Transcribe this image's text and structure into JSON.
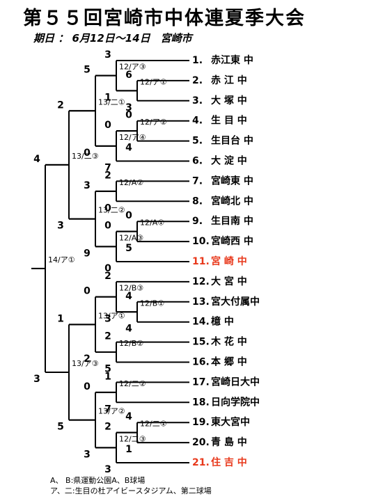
{
  "title": "第５５回宮崎市中体連夏季大会",
  "subtitle": "期日 ： 6月12日～14日　宮崎市",
  "footnotes": [
    "A、 B:県運動公園A、B球場",
    "ア、二:生目の杜アイビースタジアム、第二球場"
  ],
  "colors": {
    "line": "#000000",
    "highlight": "#e8381b"
  },
  "teams": [
    {
      "num": "1.",
      "name": "赤江東 中",
      "highlight": false
    },
    {
      "num": "2.",
      "name": "赤 江 中",
      "highlight": false
    },
    {
      "num": "3.",
      "name": "大 塚 中",
      "highlight": false
    },
    {
      "num": "4.",
      "name": "生 目 中",
      "highlight": false
    },
    {
      "num": "5.",
      "name": "生目台 中",
      "highlight": false
    },
    {
      "num": "6.",
      "name": "大 淀 中",
      "highlight": false
    },
    {
      "num": "7.",
      "name": "宮崎東 中",
      "highlight": false
    },
    {
      "num": "8.",
      "name": "宮崎北 中",
      "highlight": false
    },
    {
      "num": "9.",
      "name": "生目南 中",
      "highlight": false
    },
    {
      "num": "10.",
      "name": "宮崎西 中",
      "highlight": false
    },
    {
      "num": "11.",
      "name": "宮 崎 中",
      "highlight": true
    },
    {
      "num": "12.",
      "name": "大 宮 中",
      "highlight": false
    },
    {
      "num": "13.",
      "name": "宮大付属中",
      "highlight": false
    },
    {
      "num": "14.",
      "name": "檍 中",
      "highlight": false
    },
    {
      "num": "15.",
      "name": "木 花 中",
      "highlight": false
    },
    {
      "num": "16.",
      "name": "本 郷 中",
      "highlight": false
    },
    {
      "num": "17.",
      "name": "宮崎日大中",
      "highlight": false
    },
    {
      "num": "18.",
      "name": "日向学院中",
      "highlight": false
    },
    {
      "num": "19.",
      "name": "東大宮中",
      "highlight": false
    },
    {
      "num": "20.",
      "name": "青 島 中",
      "highlight": false
    },
    {
      "num": "21.",
      "name": "住 吉 中",
      "highlight": true
    }
  ],
  "games": {
    "r1_2_3": {
      "label": "12/ア①",
      "top": "6",
      "bot": "3"
    },
    "r2_1_23": {
      "label": "12/ア③",
      "top": "3",
      "bot": "1"
    },
    "r1_4_5": {
      "label": "12/ア②",
      "top": "0",
      "bot": "4"
    },
    "r2_45_6": {
      "label": "12/ア④",
      "top": "0",
      "bot": "7"
    },
    "qf_a": {
      "label": "13/二①",
      "top": "5",
      "bot": "0"
    },
    "r2_7_8": {
      "label": "12/A②",
      "top": "2",
      "bot": "0"
    },
    "r1_9_10": {
      "label": "12/A①",
      "top": "0",
      "bot": "5"
    },
    "r2_910_11": {
      "label": "12/A③",
      "top": "0",
      "bot": "0"
    },
    "qf_b": {
      "label": "13/二②",
      "top": "3",
      "bot": "9"
    },
    "sf_top": {
      "label": "13/二③",
      "top": "2",
      "bot": "3"
    },
    "r1_13_14": {
      "label": "12/B①",
      "top": "4",
      "bot": "4"
    },
    "r2_12_1314": {
      "label": "12/B③",
      "top": "2",
      "bot": "3"
    },
    "r2_15_16": {
      "label": "12/B②",
      "top": "2",
      "bot": "5"
    },
    "qf_c": {
      "label": "13/ア①",
      "top": "0",
      "bot": "2"
    },
    "r2_17_18": {
      "label": "12/二②",
      "top": "1",
      "bot": "7"
    },
    "r1_19_20": {
      "label": "12/二①",
      "top": "4",
      "bot": "1"
    },
    "r2_1920_21": {
      "label": "12/二③",
      "top": "2",
      "bot": "3"
    },
    "qf_d": {
      "label": "13/ア②",
      "top": "0",
      "bot": "3"
    },
    "sf_bot": {
      "label": "13/ア③",
      "top": "1",
      "bot": "5"
    },
    "final": {
      "label": "14/ア①",
      "top": "4",
      "bot": "3"
    }
  }
}
